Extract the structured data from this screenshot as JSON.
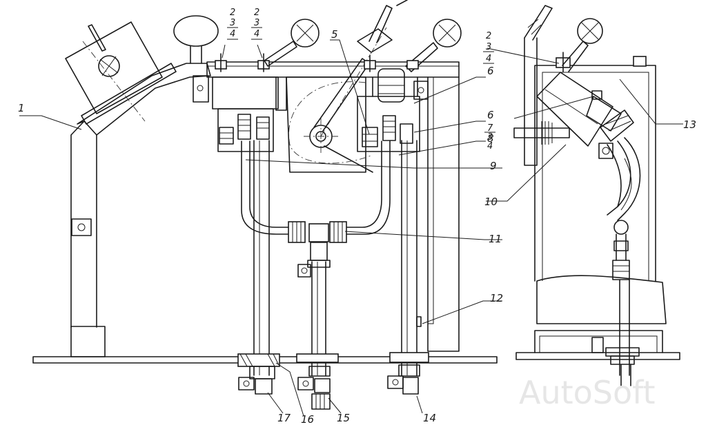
{
  "callouts": {
    "c1": "1",
    "c5": "5",
    "c6a": "6",
    "c6b": "6",
    "c8": "8",
    "c9": "9",
    "c10": "10",
    "c11": "11",
    "c12": "12",
    "c13": "13",
    "c14": "14",
    "c15": "15",
    "c16": "16",
    "c17": "17"
  },
  "stacks": {
    "left": [
      "2",
      "3",
      "4"
    ],
    "mid": [
      "2",
      "3",
      "4"
    ],
    "right": [
      "2",
      "3",
      "4"
    ],
    "center6": [
      "7",
      "3",
      "4"
    ]
  },
  "watermark": "AutoSoft"
}
